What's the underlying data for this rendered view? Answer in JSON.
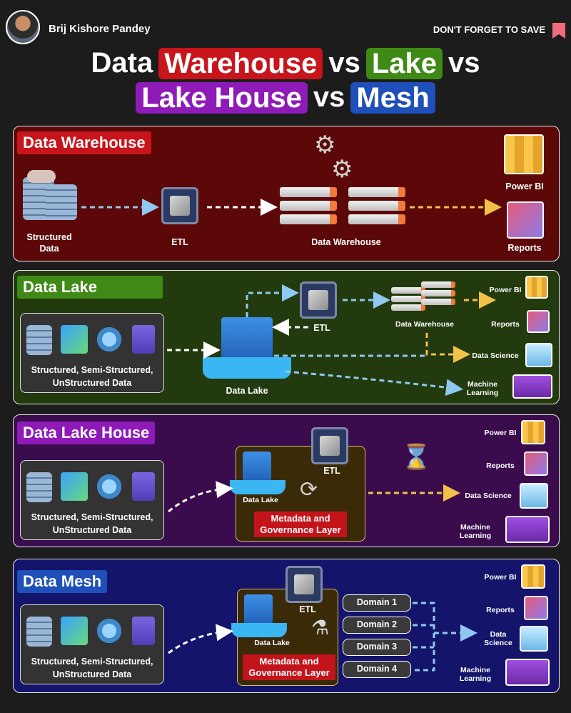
{
  "header": {
    "author": "Brij Kishore Pandey",
    "save_text": "DON'T FORGET TO SAVE"
  },
  "title": {
    "line1": [
      {
        "text": "Data",
        "pill": false
      },
      {
        "text": "Warehouse",
        "pill": true,
        "color": "#c8141b"
      },
      {
        "text": "vs",
        "pill": false
      },
      {
        "text": "Lake",
        "pill": true,
        "color": "#3f8a16"
      },
      {
        "text": "vs",
        "pill": false
      }
    ],
    "line2": [
      {
        "text": "Lake House",
        "pill": true,
        "color": "#8e1bb8"
      },
      {
        "text": "vs",
        "pill": false
      },
      {
        "text": "Mesh",
        "pill": true,
        "color": "#1f4fb8"
      }
    ]
  },
  "warehouse": {
    "tag": "Data Warehouse",
    "source_label_1": "Structured",
    "source_label_2": "Data",
    "etl": "ETL",
    "dw": "Data Warehouse",
    "power_bi": "Power BI",
    "reports": "Reports"
  },
  "lake": {
    "tag": "Data Lake",
    "sources_1": "Structured, Semi-Structured,",
    "sources_2": "UnStructured Data",
    "lake": "Data Lake",
    "etl": "ETL",
    "dw": "Data Warehouse",
    "power_bi": "Power BI",
    "reports": "Reports",
    "data_science": "Data Science",
    "ml_1": "Machine",
    "ml_2": "Learning"
  },
  "lakehouse": {
    "tag": "Data Lake House",
    "sources_1": "Structured, Semi-Structured,",
    "sources_2": "UnStructured Data",
    "lake": "Data Lake",
    "etl": "ETL",
    "meta_1": "Metadata and",
    "meta_2": "Governance Layer",
    "power_bi": "Power BI",
    "reports": "Reports",
    "data_science": "Data Science",
    "ml_1": "Machine",
    "ml_2": "Learning"
  },
  "mesh": {
    "tag": "Data Mesh",
    "sources_1": "Structured, Semi-Structured,",
    "sources_2": "UnStructured Data",
    "lake": "Data Lake",
    "etl": "ETL",
    "meta_1": "Metadata and",
    "meta_2": "Governance Layer",
    "domains": [
      "Domain 1",
      "Domain 2",
      "Domain 3",
      "Domain 4"
    ],
    "power_bi": "Power BI",
    "reports": "Reports",
    "ds_1": "Data",
    "ds_2": "Science",
    "ml_1": "Machine",
    "ml_2": "Learning"
  },
  "colors": {
    "warehouse_bg": "#5c0808",
    "warehouse_tag": "#c8141b",
    "lake_bg": "#223a0e",
    "lake_tag": "#3f8a16",
    "lakehouse_bg": "#3b0c4d",
    "lakehouse_tag": "#8e1bb8",
    "mesh_bg": "#14146a",
    "mesh_tag": "#1f4fb8",
    "arrow_blue": "#8fc8f0",
    "arrow_white": "#ffffff",
    "arrow_yellow": "#f2c14a"
  }
}
